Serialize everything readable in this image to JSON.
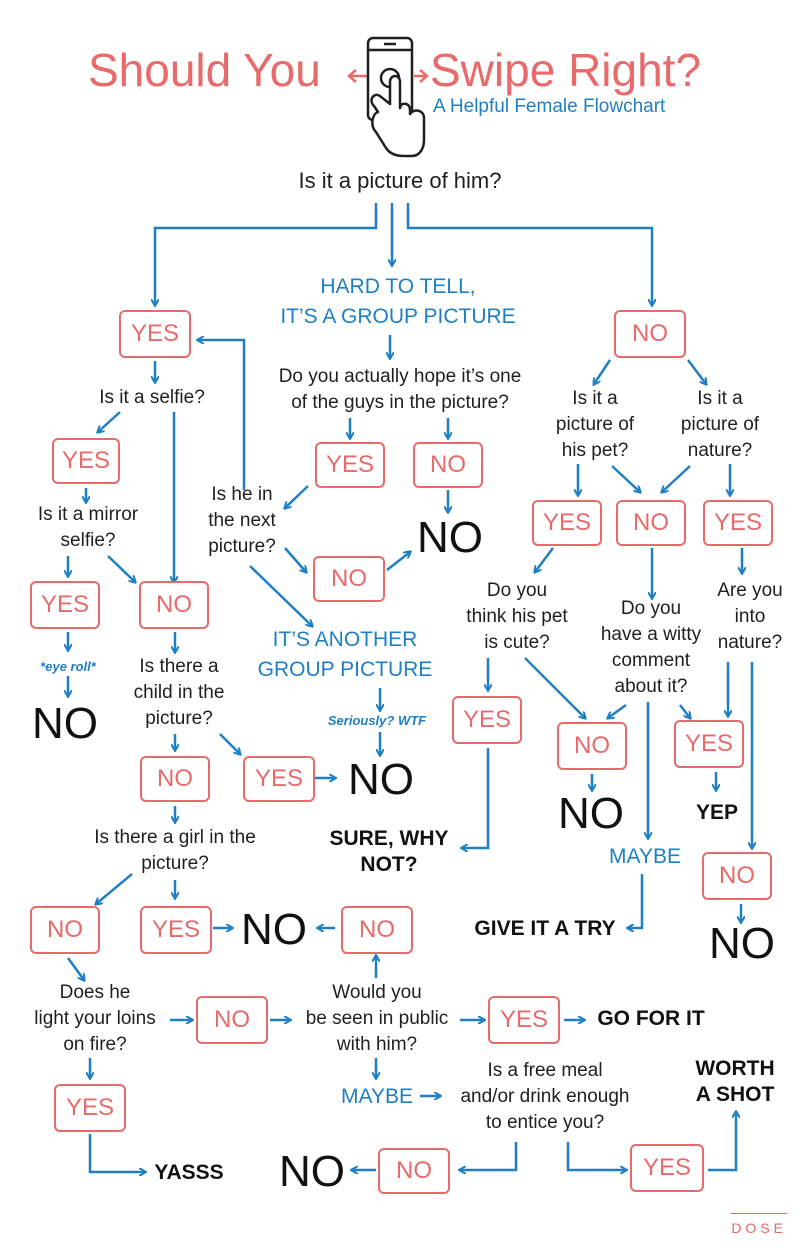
{
  "header": {
    "title_left": "Should You",
    "title_right": "Swipe Right?",
    "subtitle": "A Helpful Female Flowchart",
    "icon": "hand-swipe-phone-icon"
  },
  "brand": "DOSE",
  "colors": {
    "accent_red": "#e86a6a",
    "accent_blue": "#1f7fc4",
    "text": "#1f1f1f"
  },
  "nodes": {
    "q_picture": "Is it a picture of him?",
    "hard_to_tell": "HARD TO TELL,\nIT’S A GROUP PICTURE",
    "yes_1": "YES",
    "no_1": "NO",
    "q_selfie": "Is it a selfie?",
    "q_hope": "Do you actually hope it’s one\nof the guys in the picture?",
    "q_pet": "Is it a\npicture of\nhis pet?",
    "q_nature": "Is it a\npicture of\nnature?",
    "yes_selfie": "YES",
    "q_mirror": "Is it a mirror\nselfie?",
    "q_next": "Is he in\nthe next\npicture?",
    "yes_hope": "YES",
    "no_hope": "NO",
    "big_no_hope": "NO",
    "yes_pet": "YES",
    "no_center": "NO",
    "yes_nature": "YES",
    "yes_mirror": "YES",
    "no_mirror": "NO",
    "eye_roll": "*eye roll*",
    "big_no_mirror": "NO",
    "no_next": "NO",
    "another_group": "IT’S ANOTHER\nGROUP PICTURE",
    "seriously": "Seriously? WTF",
    "q_child": "Is there a\nchild in the\npicture?",
    "no_child": "NO",
    "yes_child": "YES",
    "big_no_child": "NO",
    "q_cute": "Do you\nthink his pet\nis cute?",
    "yes_cute": "YES",
    "sure": "SURE, WHY\nNOT?",
    "no_cute": "NO",
    "big_no_cute": "NO",
    "q_witty": "Do you\nhave a witty\ncomment\nabout it?",
    "maybe_witty": "MAYBE",
    "give_it": "GIVE IT A TRY",
    "q_into": "Are you\ninto\nnature?",
    "yes_witty": "YES",
    "yep": "YEP",
    "no_into": "NO",
    "big_no_into": "NO",
    "q_girl": "Is there a girl in the\npicture?",
    "no_girl": "NO",
    "yes_girl": "YES",
    "big_no_girl": "NO",
    "no_public_top": "NO",
    "q_loins": "Does he\nlight your loins\non fire?",
    "no_loins": "NO",
    "q_public": "Would you\nbe seen in public\nwith him?",
    "yes_public": "YES",
    "go_for_it": "GO FOR IT",
    "maybe_public": "MAYBE",
    "q_meal": "Is a free meal\nand/or drink enough\nto entice you?",
    "worth": "WORTH\nA SHOT",
    "yes_loins": "YES",
    "yasss": "YASSS",
    "big_no_meal": "NO",
    "no_meal": "NO",
    "yes_meal": "YES"
  }
}
